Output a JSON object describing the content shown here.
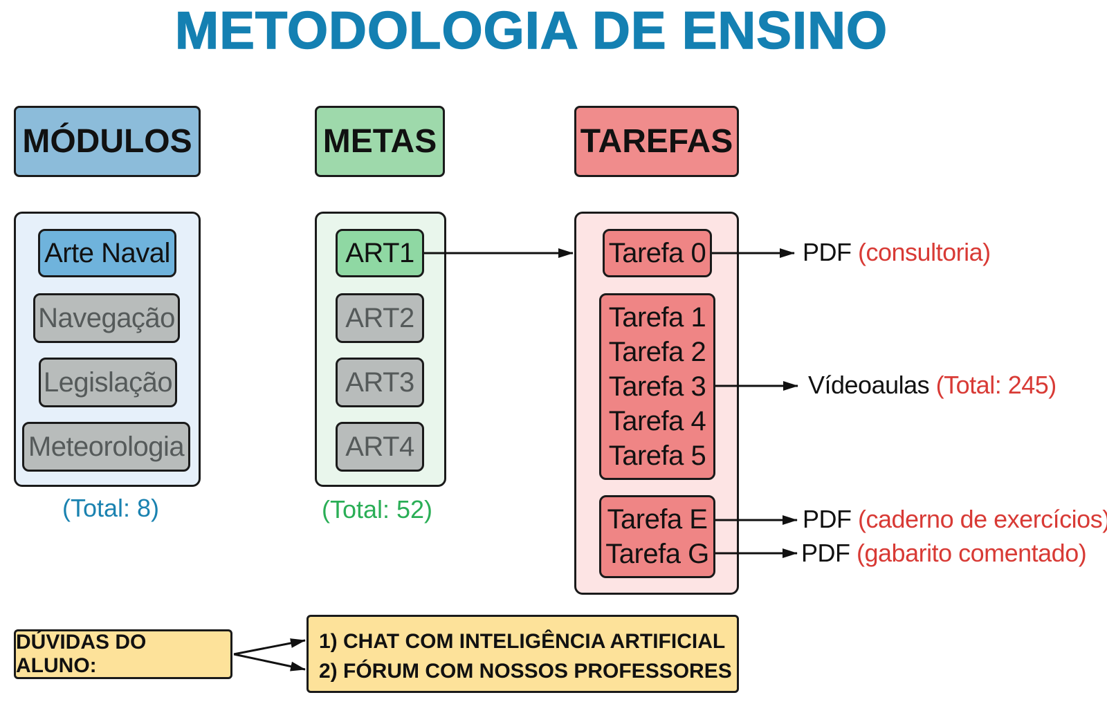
{
  "title": "METODOLOGIA DE ENSINO",
  "columns": {
    "modulos": {
      "header": "MÓDULOS",
      "items": [
        "Arte Naval",
        "Navegação",
        "Legislação",
        "Meteorologia"
      ],
      "total": "(Total: 8)"
    },
    "metas": {
      "header": "METAS",
      "items": [
        "ART1",
        "ART2",
        "ART3",
        "ART4"
      ],
      "total": "(Total: 52)"
    },
    "tarefas": {
      "header": "TAREFAS",
      "task0": "Tarefa 0",
      "videolessons": [
        "Tarefa 1",
        "Tarefa 2",
        "Tarefa 3",
        "Tarefa 4",
        "Tarefa 5"
      ],
      "exercises": [
        "Tarefa E",
        "Tarefa G"
      ]
    }
  },
  "outputs": {
    "task0": {
      "main": "PDF",
      "highlight": "(consultoria)"
    },
    "videos": {
      "main": "Vídeoaulas",
      "highlight": "(Total: 245)"
    },
    "exercises": {
      "main": "PDF",
      "highlight": "(caderno de exercícios)"
    },
    "answers": {
      "main": "PDF",
      "highlight": "(gabarito comentado)"
    }
  },
  "doubts": {
    "label": "DÚVIDAS DO ALUNO:",
    "options": [
      "1) CHAT COM INTELIGÊNCIA ARTIFICIAL",
      "2) FÓRUM COM NOSSOS PROFESSORES"
    ]
  },
  "colors": {
    "title": "#1480b2",
    "modulos": "#6fb3dc",
    "metas": "#8fd8a3",
    "tarefas": "#ef8585",
    "inactive": "#b8bcbb",
    "highlight": "#d83a35",
    "doubts": "#fde29a"
  }
}
